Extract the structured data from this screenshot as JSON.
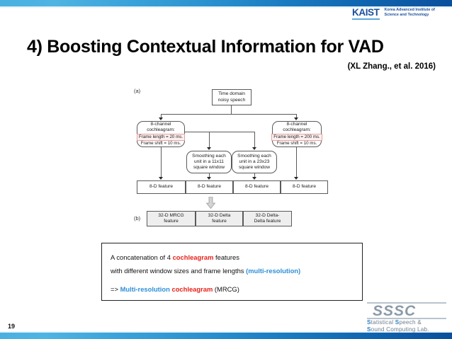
{
  "slide": {
    "page_number": "19",
    "title": "4) Boosting Contextual Information for VAD",
    "citation": "(XL Zhang., et al. 2016)",
    "accent_blue": "#2e8fd8",
    "accent_red": "#e8211a",
    "bar_blue_light": "#49b0e0",
    "bar_blue_dark": "#0a4f9c"
  },
  "kaist_logo": {
    "wordmark": "KAIST",
    "tagline": "Korea Advanced Institute of\nScience and Technology"
  },
  "sssc_logo": {
    "mark": "SSSC",
    "line1_lead": "S",
    "line1_rest": "tatistical  ",
    "line1_lead2": "S",
    "line1_rest2": "peech &",
    "line2_lead": "S",
    "line2_rest": "ound Computing Lab."
  },
  "figure": {
    "label_a": "(a)",
    "label_b": "(b)",
    "source": {
      "label": "Time domain\nnoisy speech"
    },
    "cochleagram_left": {
      "title": "8-channel\ncochleagram:",
      "frame_length": "Frame length = 20 ms.",
      "frame_shift": "Frame shift = 10 ms."
    },
    "cochleagram_right": {
      "title": "8-channel\ncochleagram:",
      "frame_length": "Frame length = 200 ms.",
      "frame_shift": "Frame shift = 10 ms."
    },
    "smoothing_11": "Smoothing each\nunit in a 11x11\nsquare window",
    "smoothing_23": "Smoothing each\nunit in a 23x23\nsquare window",
    "features_8d": [
      "8-D feature",
      "8-D feature",
      "8-D feature",
      "8-D feature"
    ],
    "features_32d": [
      "32-D MRCG\nfeature",
      "32-D Delta\nfeature",
      "32-D Delta-\nDelta feature"
    ]
  },
  "callout": {
    "line1_a": "A concatenation of 4 ",
    "line1_b": "cochleagram",
    "line1_c": " features",
    "line2_a": "with different window sizes and frame lengths ",
    "line2_b": "(multi-resolution)",
    "line3_a": "=> ",
    "line3_b": "Multi-resolution ",
    "line3_c": "cochleagram",
    "line3_d": " (MRCG)"
  }
}
